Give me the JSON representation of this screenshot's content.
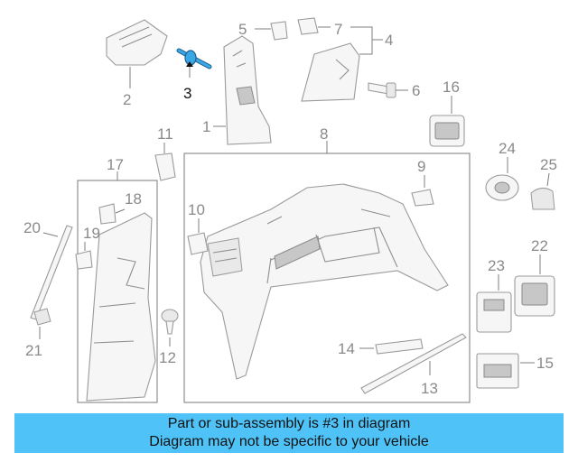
{
  "callouts": {
    "c1": "1",
    "c2": "2",
    "c3": "3",
    "c4": "4",
    "c5": "5",
    "c6": "6",
    "c7": "7",
    "c8": "8",
    "c9": "9",
    "c10": "10",
    "c11": "11",
    "c12": "12",
    "c13": "13",
    "c14": "14",
    "c15": "15",
    "c16": "16",
    "c17": "17",
    "c18": "18",
    "c19": "19",
    "c20": "20",
    "c21": "21",
    "c22": "22",
    "c23": "23",
    "c24": "24",
    "c25": "25"
  },
  "highlight": {
    "part_number": "3",
    "color": "#3aa7e6"
  },
  "caption": {
    "line1": "Part or sub-assembly is #3 in diagram",
    "line2": "Diagram may not be specific to your vehicle",
    "background": "#4fc3f7"
  }
}
